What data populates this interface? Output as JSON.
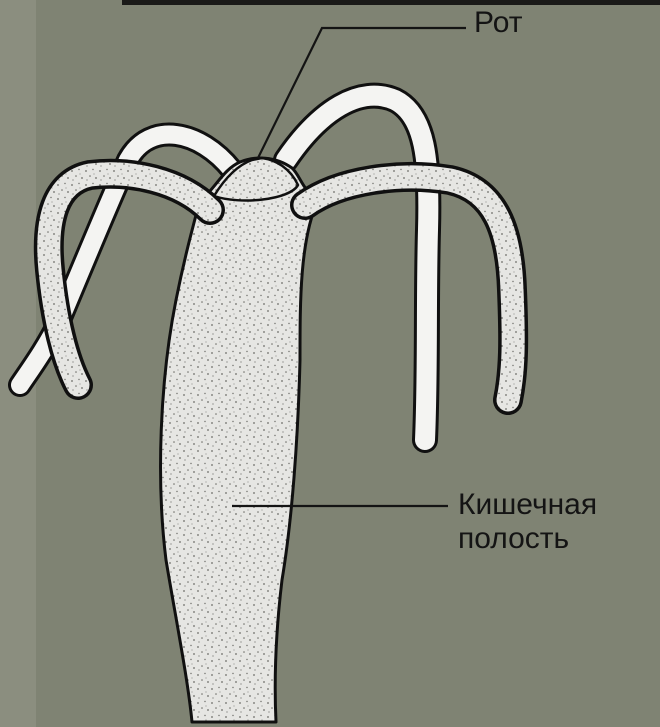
{
  "diagram": {
    "labels": {
      "mouth": "Рот",
      "gut_cavity_line1": "Кишечная",
      "gut_cavity_line2": "полость"
    },
    "colors": {
      "background": "#7f8373",
      "body_fill": "#e6e6e3",
      "outline": "#101010",
      "tentacle_fill": "#f4f4f2",
      "stipple": "#6d6d68",
      "left_edge_strip": "#8b8e7f"
    }
  }
}
